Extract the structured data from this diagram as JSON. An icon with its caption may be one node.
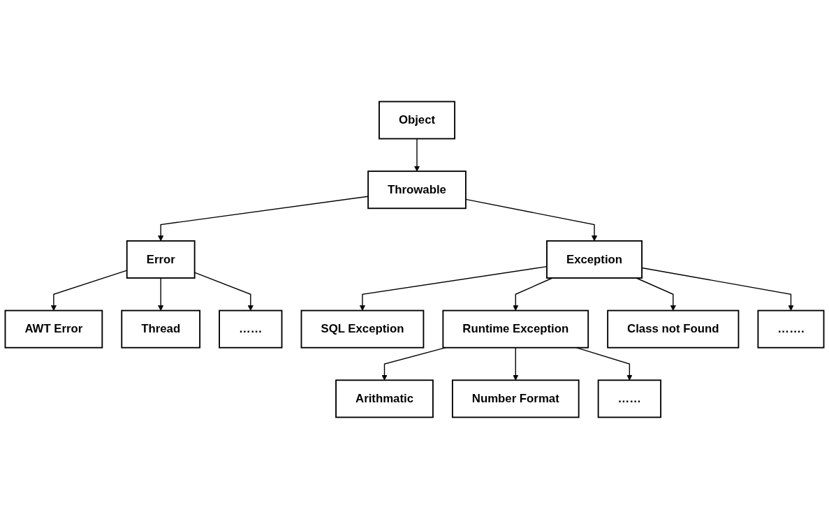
{
  "diagram": {
    "nodes": [
      {
        "text": [
          "Object"
        ]
      },
      {
        "text": [
          "Throwable"
        ]
      },
      {
        "text": [
          "Error"
        ]
      },
      {
        "text": [
          "Exception"
        ]
      },
      {
        "text": [
          "AWT Error"
        ]
      },
      {
        "text": [
          "Thread"
        ]
      },
      {
        "text": [
          "……"
        ]
      },
      {
        "text": [
          "SQL Exception"
        ]
      },
      {
        "text": [
          "Runtime Exception"
        ]
      },
      {
        "text": [
          "Class not Found"
        ]
      },
      {
        "text": [
          "……."
        ]
      },
      {
        "text": [
          "Arithmatic"
        ]
      },
      {
        "text": [
          "Number Format"
        ]
      },
      {
        "text": [
          "……"
        ]
      }
    ],
    "edges": [
      {
        "from": 0,
        "to": 1,
        "arrow": "to"
      },
      {
        "from": 1,
        "to": 2,
        "arrow": "to"
      },
      {
        "from": 1,
        "to": 3,
        "arrow": "to"
      },
      {
        "from": 2,
        "to": 4,
        "arrow": "to"
      },
      {
        "from": 2,
        "to": 5,
        "arrow": "to"
      },
      {
        "from": 2,
        "to": 6,
        "arrow": "to"
      },
      {
        "from": 3,
        "to": 7,
        "arrow": "to"
      },
      {
        "from": 3,
        "to": 9,
        "arrow": "to"
      },
      {
        "from": 3,
        "to": 10,
        "arrow": "to"
      },
      {
        "from": 3,
        "to": 8,
        "arrow": "to"
      },
      {
        "from": 8,
        "to": 11,
        "arrow": "to"
      },
      {
        "from": 8,
        "to": 12,
        "arrow": "to"
      },
      {
        "from": 8,
        "to": 13,
        "arrow": "to"
      }
    ]
  }
}
